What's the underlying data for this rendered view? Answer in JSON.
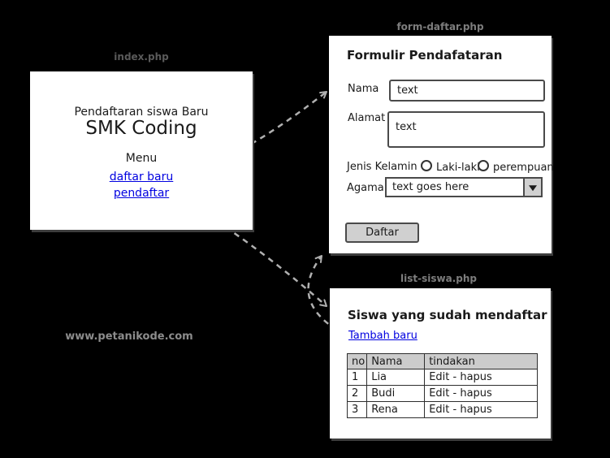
{
  "page": {
    "watermark": "www.petanikode.com"
  },
  "colors": {
    "background": "#000000",
    "panel": "#ffffff",
    "text": "#1a1a1a",
    "link": "#0000e0",
    "label": "#7d7d7d",
    "label_dim": "#5a5a5a",
    "watermark": "#8c8c8c",
    "arrow": "#b0b0b0",
    "control_border": "#4a4a4a",
    "button_fill": "#d0d0d0",
    "table_header_fill": "#cccccc"
  },
  "panels": {
    "index": {
      "label": "index.php",
      "subtitle": "Pendaftaran siswa Baru",
      "title": "SMK Coding",
      "menu_heading": "Menu",
      "links": [
        {
          "label": "daftar baru"
        },
        {
          "label": "pendaftar"
        }
      ]
    },
    "form": {
      "label": "form-daftar.php",
      "heading": "Formulir Pendafataran",
      "fields": {
        "nama": {
          "label": "Nama",
          "value": "text"
        },
        "alamat": {
          "label": "Alamat",
          "value": "text"
        },
        "jenis_kelamin": {
          "label": "Jenis Kelamin",
          "options": [
            {
              "label": "Laki-laki",
              "checked": false
            },
            {
              "label": "perempuan",
              "checked": false
            }
          ]
        },
        "agama": {
          "label": "Agama",
          "value": "text goes here",
          "icon": "caret-down"
        }
      },
      "submit_label": "Daftar"
    },
    "list": {
      "label": "list-siswa.php",
      "heading": "Siswa yang sudah mendaftar",
      "add_link": "Tambah baru",
      "table": {
        "headers": [
          "no",
          "Nama",
          "tindakan"
        ],
        "rows": [
          [
            "1",
            "Lia",
            "Edit - hapus"
          ],
          [
            "2",
            "Budi",
            "Edit - hapus"
          ],
          [
            "3",
            "Rena",
            "Edit - hapus"
          ]
        ]
      }
    }
  },
  "connections": [
    {
      "from": "daftar baru",
      "to": "form-daftar.php",
      "style": "dashed",
      "heads": "both"
    },
    {
      "from": "pendaftar",
      "to": "list-siswa.php",
      "style": "dashed",
      "heads": "both"
    },
    {
      "from": "Tambah baru",
      "to": "form-daftar.php",
      "style": "dashed",
      "heads": "both"
    }
  ]
}
